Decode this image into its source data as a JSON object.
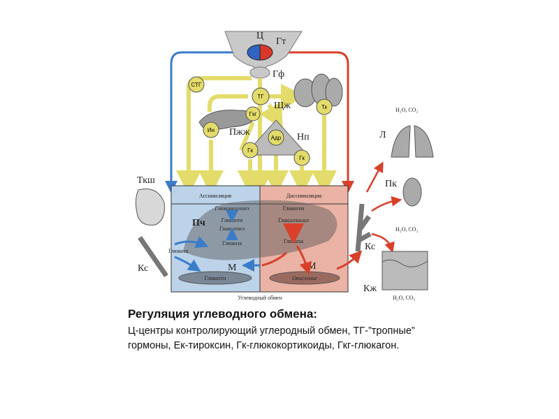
{
  "diagram": {
    "labels": {
      "center": "Ц",
      "hypothalamus": "Гт",
      "pituitary": "Гф",
      "thyroid": "Щж",
      "pancreas": "Пжж",
      "adrenal": "Нп",
      "intestine": "Ткш",
      "vessel_left": "Кс",
      "vessel_right": "Кс",
      "lungs": "Л",
      "kidney": "Пк",
      "skin": "Кж",
      "liver": "Пч",
      "muscle_left": "М",
      "muscle_right": "М",
      "excretion_1": "H₂O, CO₂",
      "excretion_2": "H₂O, CO₂",
      "excretion_3": "H₂O, CO₂"
    },
    "hormones": {
      "stg": "СТГ",
      "tg": "ТГ",
      "gkg": "Гкг",
      "in": "Ин",
      "gk1": "Гк",
      "adr": "Адр",
      "gk2": "Гк",
      "tk": "Тк"
    },
    "panel": {
      "assimilation": "Ассимиляция",
      "dissimilation": "Диссимиляция",
      "gluconeogenesis": "Глюконеогенез",
      "glycogen_a": "Гликоген",
      "glycogenesis": "Гликогенез",
      "glucose_a": "Глюкоза",
      "glucose_in": "Глюкоза",
      "glycogen_muscle": "Гликоген",
      "glycogen_d": "Гликоген",
      "glycogenolysis": "Гликогенолиз",
      "glucose_d": "Глюкоза",
      "oxidation": "Окисление",
      "footer": "Углеводный обмен"
    },
    "colors": {
      "assim": "#bcd3ea",
      "dissim": "#eab3a5",
      "yellow": "#e3dc6a",
      "blue": "#3a7cc8",
      "red": "#d8402a"
    }
  },
  "caption": {
    "title": "Регуляция углеводного обмена:",
    "body": "Ц-центры контролирующий углеродный обмен, ТГ-”тропные” гормоны, Ек-тироксин, Гк-глюкокортикоиды, Гкг-глюкагон."
  }
}
